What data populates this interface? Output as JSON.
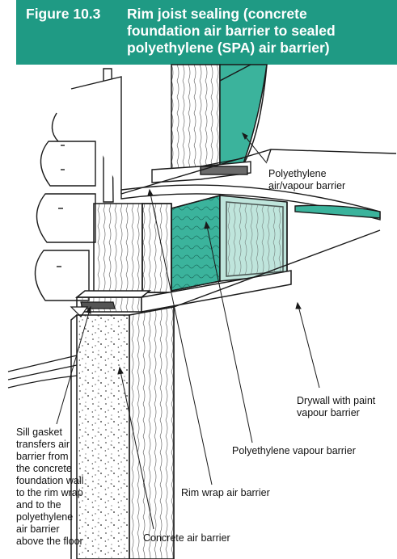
{
  "figure": {
    "number": "Figure 10.3",
    "title_lines": [
      "Rim joist sealing (concrete",
      "foundation air barrier to sealed",
      "polyethylene (SPA) air barrier)"
    ]
  },
  "labels": {
    "poly_air_vapour": [
      "Polyethylene",
      "air/vapour barrier"
    ],
    "drywall": [
      "Drywall with paint",
      "vapour barrier"
    ],
    "poly_vapour": "Polyethylene vapour barrier",
    "rim_wrap": "Rim wrap air barrier",
    "concrete_air": "Concrete air barrier",
    "sill_gasket": [
      "Sill gasket",
      "transfers air",
      "barrier from",
      "the concrete",
      "foundation wall",
      "to the rim wrap",
      "and to the",
      "polyethylene",
      "air barrier",
      "above the floor"
    ]
  },
  "colors": {
    "banner": "#1f9a84",
    "teal_barrier": "#3bb39c",
    "light_teal": "#bfe5dc",
    "line": "#1a1a1a"
  }
}
